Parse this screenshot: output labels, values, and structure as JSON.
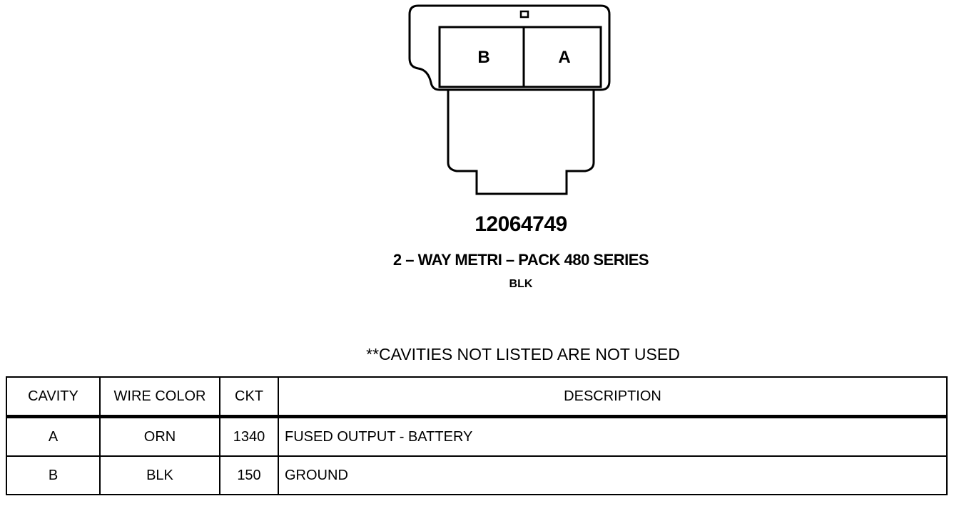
{
  "connector": {
    "cavity_labels": [
      "B",
      "A"
    ],
    "part_number": "12064749",
    "name": "2 – WAY METRI – PACK 480 SERIES",
    "color": "BLK"
  },
  "note": "**CAVITIES NOT LISTED ARE NOT USED",
  "table": {
    "headers": {
      "cavity": "CAVITY",
      "wire_color": "WIRE COLOR",
      "ckt": "CKT",
      "description": "DESCRIPTION"
    },
    "rows": [
      {
        "cavity": "A",
        "wire_color": "ORN",
        "ckt": "1340",
        "description": "FUSED OUTPUT - BATTERY"
      },
      {
        "cavity": "B",
        "wire_color": "BLK",
        "ckt": "150",
        "description": "GROUND"
      }
    ]
  }
}
